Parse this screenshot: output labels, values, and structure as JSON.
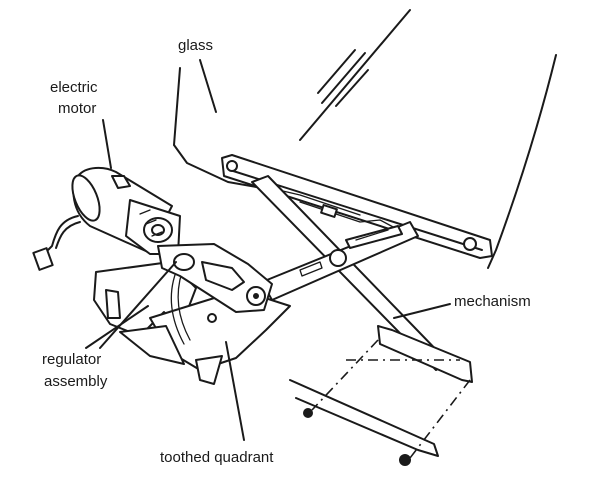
{
  "labels": {
    "glass": "glass",
    "electric_motor_line1": "electric",
    "electric_motor_line2": "motor",
    "mechanism": "mechanism",
    "regulator_line1": "regulator",
    "regulator_line2": "assembly",
    "toothed_quadrant": "toothed quadrant"
  }
}
